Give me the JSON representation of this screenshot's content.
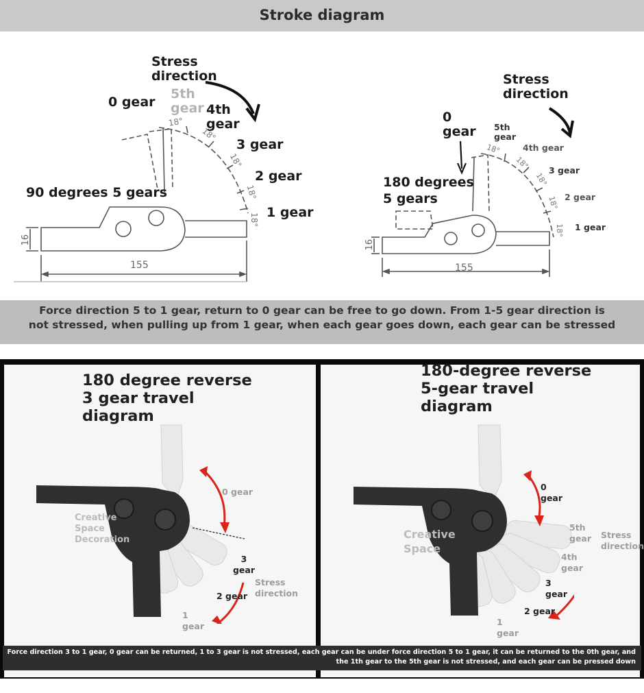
{
  "header": {
    "title": "Stroke diagram"
  },
  "left_diagram": {
    "stress_direction": "Stress direction",
    "gear0": "0 gear",
    "gear5": "5th gear",
    "gear4": "4th gear",
    "gear3": "3 gear",
    "gear2": "2 gear",
    "gear1": "1 gear",
    "caption": "90 degrees 5 gears",
    "angle": "18°",
    "dim_width": "155",
    "dim_height": "16"
  },
  "right_diagram": {
    "stress_direction": "Stress direction",
    "gear0": "0 gear",
    "gear5": "5th gear",
    "gear4": "4th gear",
    "gear3": "3 gear",
    "gear2": "2 gear",
    "gear1": "1 gear",
    "caption": "180 degrees 5 gears",
    "angle": "18°",
    "dim_width": "155",
    "dim_height": "16"
  },
  "note": "Force direction 5 to 1 gear, return to 0 gear can be free to go down. From 1-5 gear direction is not stressed, when pulling up from 1 gear, when each gear goes down, each gear can be stressed",
  "panel_left": {
    "title": "180 degree reverse 3 gear travel diagram",
    "gear0": "0 gear",
    "gear3": "3 gear",
    "gear2": "2 gear",
    "gear1": "1 gear",
    "stress_direction": "Stress direction",
    "watermark": "Creative Space Decoration"
  },
  "panel_right": {
    "title": "180-degree reverse 5-gear travel diagram",
    "gear0": "0 gear",
    "gear5": "5th gear",
    "gear4": "4th gear",
    "gear3": "3 gear",
    "gear2": "2 gear",
    "gear1": "1 gear",
    "stress_direction": "Stress direction",
    "watermark": "Creative Space"
  },
  "bottom_note": "Force direction 3 to 1 gear, 0 gear can be returned, 1 to 3 gear is not stressed, each gear can be under force direction 5 to 1 gear, it can be returned to the 0th gear, and the 1th gear to the 5th gear is not stressed, and each gear can be pressed down",
  "colors": {
    "arrow_red": "#d9241c",
    "metal_dark": "#2e2e2e",
    "title_bar": "#c9c9c9"
  }
}
